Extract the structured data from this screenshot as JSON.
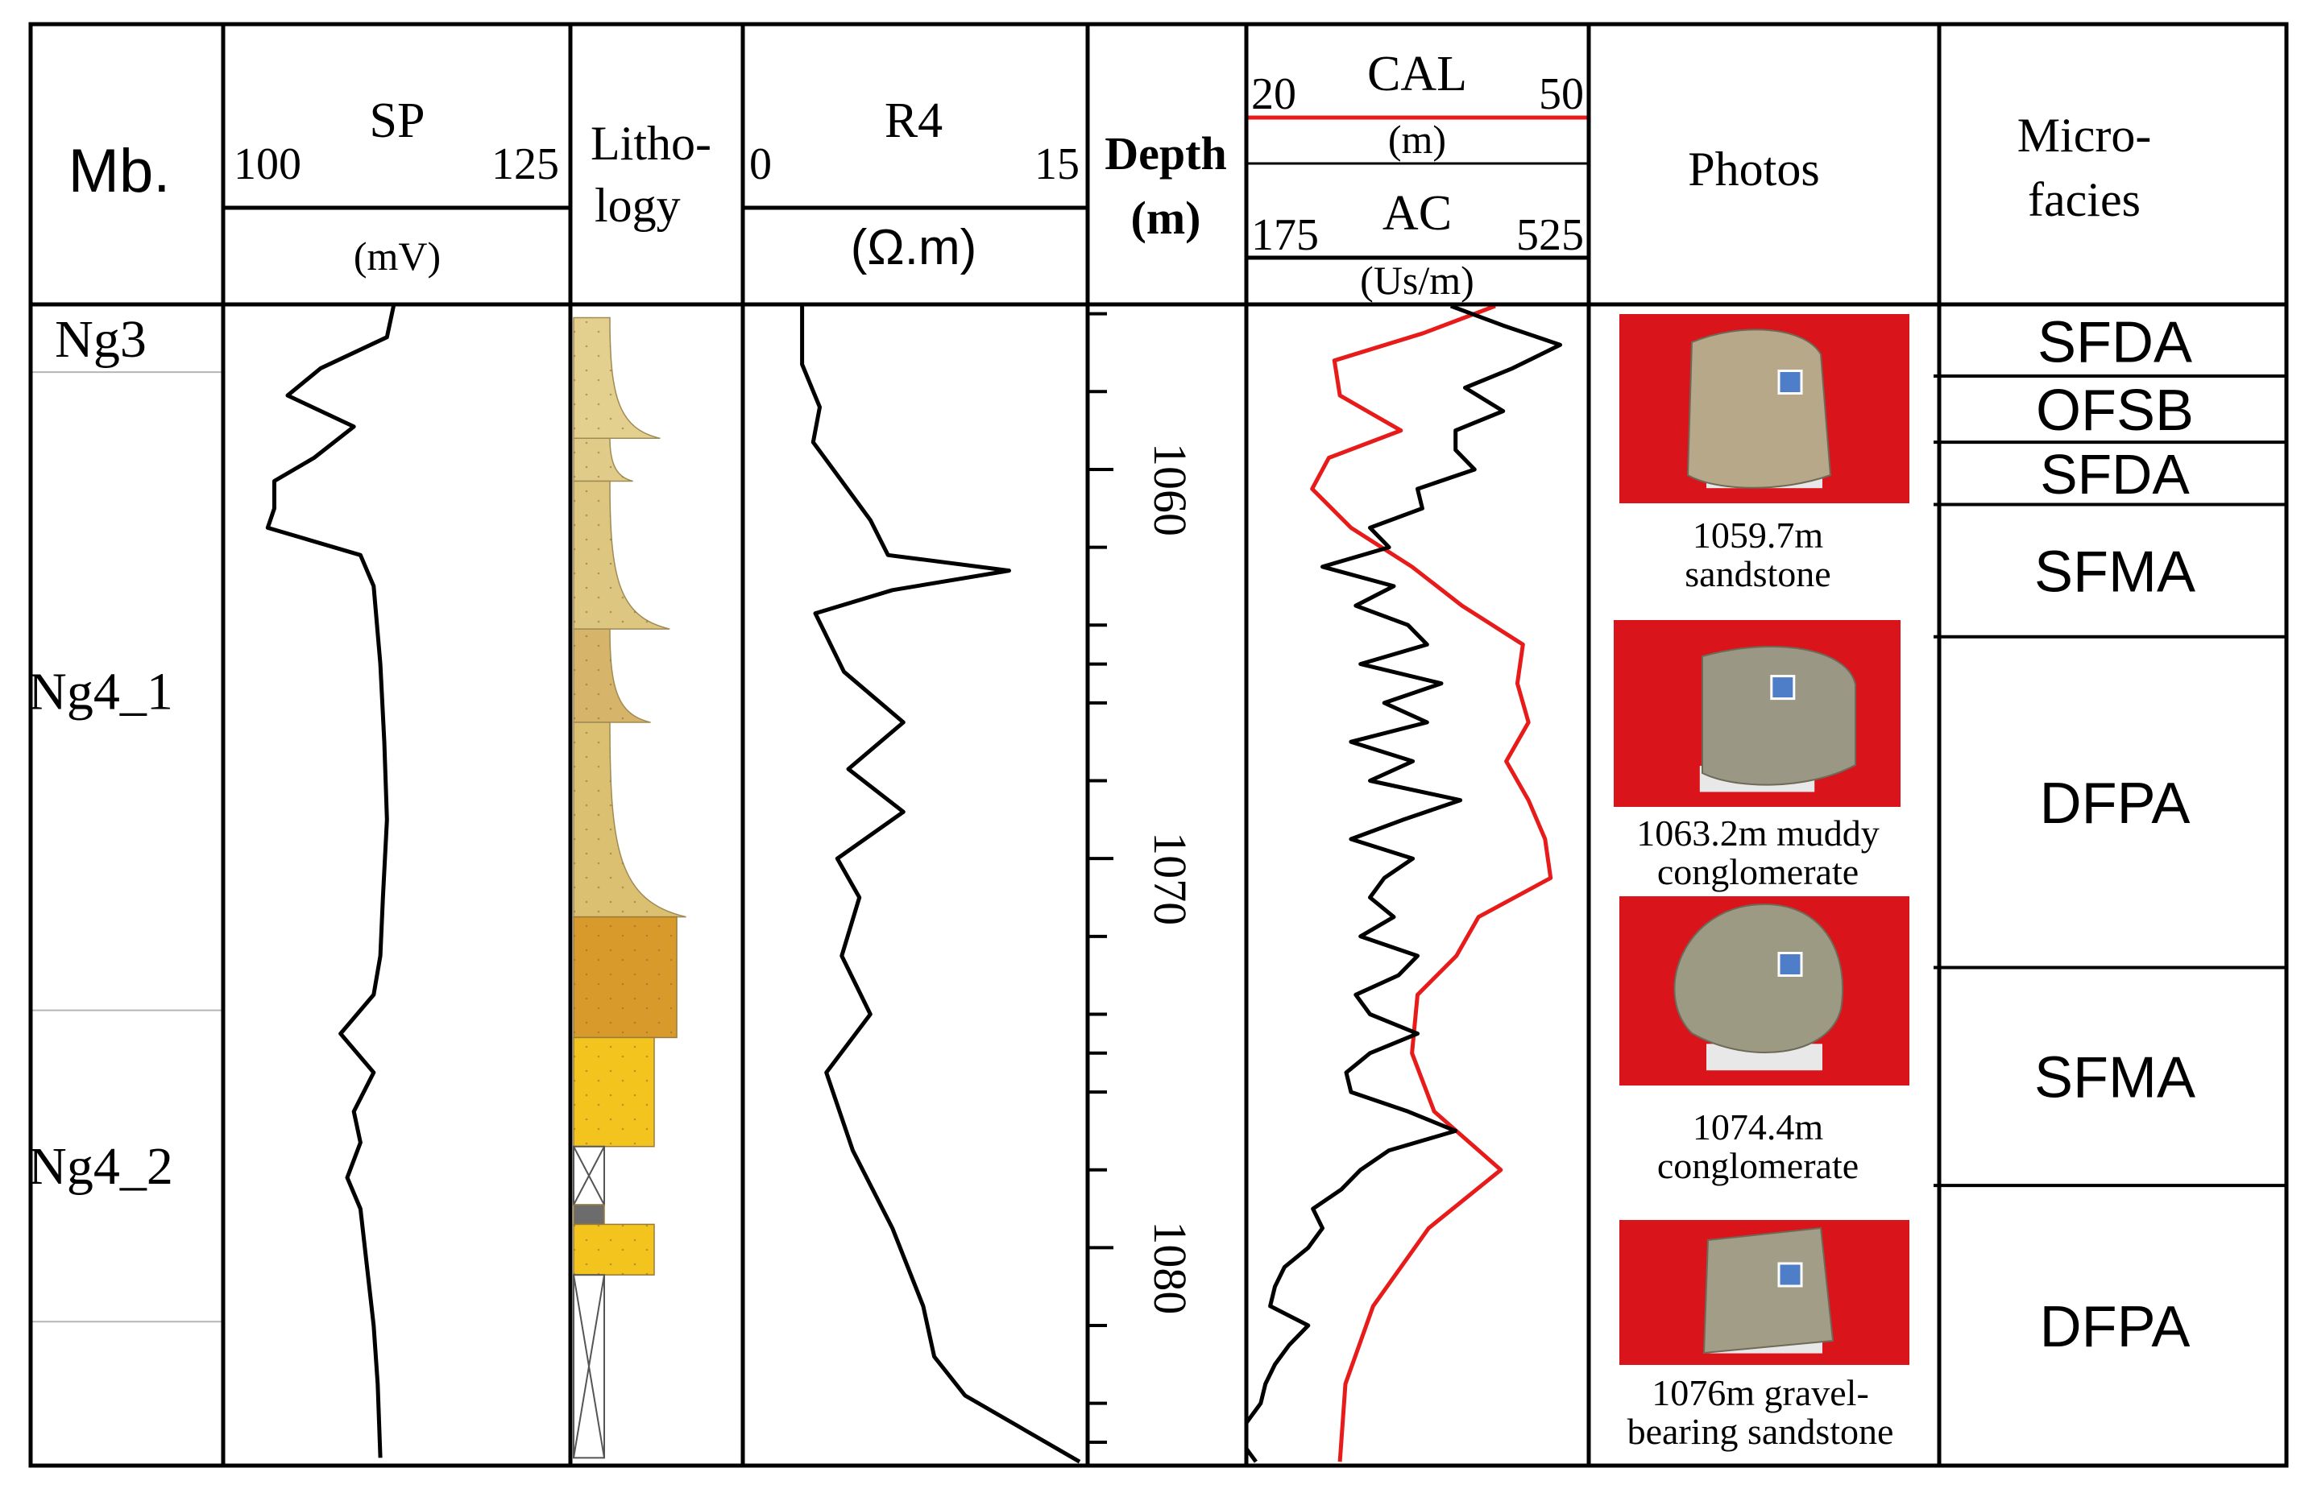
{
  "headers": {
    "member": "Mb.",
    "sp": {
      "name": "SP",
      "min": "100",
      "max": "125",
      "unit": "(mV)"
    },
    "lithology": {
      "line1": "Litho-",
      "line2": "logy"
    },
    "r4": {
      "name": "R4",
      "min": "0",
      "max": "15",
      "unit": "(Ω.m)"
    },
    "depth": {
      "line1": "Depth",
      "line2": "(m)"
    },
    "cal": {
      "name": "CAL",
      "min": "20",
      "max": "50",
      "unit": "(m)"
    },
    "ac": {
      "name": "AC",
      "min": "175",
      "max": "525",
      "unit": "(Us/m)"
    },
    "photos": "Photos",
    "microfacies": {
      "line1": "Micro-",
      "line2": "facies"
    }
  },
  "colors": {
    "cal_curve": "#e81b1b",
    "log_curves": "#000000",
    "photo_background": "#d9141b"
  },
  "depth_axis": {
    "top_depth": 1055.8,
    "bottom_depth": 1085.6,
    "labeled_ticks": [
      "1060",
      "1070",
      "1080"
    ]
  },
  "members": [
    {
      "label": "Ng3",
      "top": 1055.8,
      "bottom": 1057.5
    },
    {
      "label": "Ng4_1",
      "top": 1057.5,
      "bottom": 1073.9
    },
    {
      "label": "Ng4_2",
      "top": 1073.9,
      "bottom": 1081.9
    },
    {
      "label": "",
      "top": 1081.9,
      "bottom": 1085.6
    }
  ],
  "microfacies": [
    {
      "label": "SFDA",
      "top": 1055.8,
      "bottom": 1057.6
    },
    {
      "label": "OFSB",
      "top": 1057.6,
      "bottom": 1059.3
    },
    {
      "label": "SFDA",
      "top": 1059.3,
      "bottom": 1060.9
    },
    {
      "label": "SFMA",
      "top": 1060.9,
      "bottom": 1064.3
    },
    {
      "label": "DFPA",
      "top": 1064.3,
      "bottom": 1072.8
    },
    {
      "label": "SFMA",
      "top": 1072.8,
      "bottom": 1078.4
    },
    {
      "label": "DFPA",
      "top": 1078.4,
      "bottom": 1085.6
    }
  ],
  "photos": [
    {
      "caption1": "1059.7m",
      "caption2": "sandstone",
      "core": "sandstone"
    },
    {
      "caption1": "1063.2m muddy",
      "caption2": "conglomerate",
      "core": "muddy-conglomerate"
    },
    {
      "caption1": "1074.4m",
      "caption2": "conglomerate",
      "core": "conglomerate"
    },
    {
      "caption1": "1076m gravel-",
      "caption2": "bearing sandstone",
      "core": "gravel-bearing-sandstone"
    }
  ],
  "lithology_units": [
    {
      "top": 1056.1,
      "bottom": 1059.2,
      "shape": "fining-upward",
      "color": "#e4d08e"
    },
    {
      "top": 1059.2,
      "bottom": 1060.3,
      "shape": "fining-upward",
      "color": "#e0cc88"
    },
    {
      "top": 1060.3,
      "bottom": 1064.1,
      "shape": "fining-upward",
      "color": "#ddc680"
    },
    {
      "top": 1064.1,
      "bottom": 1066.5,
      "shape": "fining-upward",
      "color": "#d6b46a"
    },
    {
      "top": 1066.5,
      "bottom": 1071.5,
      "shape": "fining-upward",
      "color": "#dcc071"
    },
    {
      "top": 1071.5,
      "bottom": 1074.6,
      "shape": "block",
      "color": "#d99a2c"
    },
    {
      "top": 1074.6,
      "bottom": 1077.4,
      "shape": "block",
      "color": "#f3c41e"
    },
    {
      "top": 1077.4,
      "bottom": 1078.9,
      "shape": "crossed",
      "color": "#ffffff"
    },
    {
      "top": 1078.9,
      "bottom": 1079.4,
      "shape": "block",
      "color": "#6c6c6c"
    },
    {
      "top": 1079.4,
      "bottom": 1080.7,
      "shape": "block",
      "color": "#f3c41e"
    },
    {
      "top": 1080.7,
      "bottom": 1085.4,
      "shape": "crossed",
      "color": "#ffffff"
    }
  ],
  "curves": {
    "sp": {
      "name": "SP",
      "color": "#000000",
      "depth": [
        1055.8,
        1056.6,
        1057.4,
        1058.1,
        1058.9,
        1059.7,
        1060.3,
        1061.0,
        1061.5,
        1062.2,
        1063.0,
        1065.0,
        1067.0,
        1069.0,
        1071.0,
        1072.5,
        1073.5,
        1074.5,
        1075.5,
        1076.5,
        1077.3,
        1078.2,
        1079.0,
        1080.5,
        1082.0,
        1083.5,
        1085.4
      ],
      "value": [
        112.5,
        112.0,
        107.0,
        104.5,
        109.5,
        106.5,
        103.5,
        103.5,
        103.0,
        110.0,
        111.0,
        111.5,
        111.8,
        112.0,
        111.7,
        111.5,
        111.0,
        108.5,
        111.0,
        109.5,
        110.0,
        109.0,
        110.0,
        110.5,
        111.0,
        111.3,
        111.5
      ]
    },
    "r4": {
      "name": "R4",
      "color": "#000000",
      "depth": [
        1055.8,
        1057.3,
        1058.4,
        1059.3,
        1060.3,
        1061.3,
        1062.2,
        1062.6,
        1063.1,
        1063.7,
        1065.2,
        1066.5,
        1067.7,
        1068.8,
        1070.0,
        1071.0,
        1072.5,
        1074.0,
        1075.5,
        1077.5,
        1079.5,
        1081.5,
        1082.8,
        1083.8,
        1085.5
      ],
      "value": [
        2.4,
        2.4,
        3.2,
        2.9,
        4.2,
        5.5,
        6.3,
        11.8,
        6.5,
        3.0,
        4.3,
        7.0,
        4.5,
        7.0,
        4.0,
        5.0,
        4.2,
        5.5,
        3.5,
        4.7,
        6.5,
        7.9,
        8.4,
        9.8,
        15.0
      ]
    },
    "cal": {
      "name": "CAL",
      "color": "#e81b1b",
      "depth": [
        1055.8,
        1056.5,
        1057.2,
        1058.1,
        1059.0,
        1059.7,
        1060.5,
        1061.5,
        1062.5,
        1063.5,
        1064.5,
        1065.5,
        1066.5,
        1067.5,
        1068.5,
        1069.5,
        1070.5,
        1071.5,
        1072.5,
        1073.5,
        1075.0,
        1076.5,
        1078.0,
        1079.5,
        1081.5,
        1083.5,
        1085.5
      ],
      "value": [
        42.0,
        35.5,
        27.5,
        28.0,
        33.5,
        27.0,
        25.5,
        29.0,
        34.5,
        39.0,
        44.5,
        44.0,
        45.0,
        43.0,
        45.0,
        46.5,
        47.0,
        40.5,
        38.5,
        35.0,
        34.5,
        36.5,
        42.5,
        36.0,
        31.0,
        28.5,
        28.0
      ]
    },
    "ac": {
      "name": "AC",
      "color": "#000000",
      "depth": [
        1055.8,
        1056.3,
        1056.8,
        1057.4,
        1057.9,
        1058.5,
        1059.0,
        1059.5,
        1060.0,
        1060.5,
        1061.0,
        1061.5,
        1062.0,
        1062.5,
        1063.0,
        1063.5,
        1064.0,
        1064.5,
        1065.0,
        1065.5,
        1066.0,
        1066.5,
        1067.0,
        1067.5,
        1068.0,
        1068.5,
        1069.0,
        1069.5,
        1070.0,
        1070.5,
        1071.0,
        1071.5,
        1072.0,
        1072.5,
        1073.0,
        1073.5,
        1074.0,
        1074.5,
        1075.0,
        1075.5,
        1076.0,
        1076.5,
        1077.0,
        1077.5,
        1078.0,
        1078.5,
        1079.0,
        1079.5,
        1080.0,
        1080.5,
        1081.0,
        1081.5,
        1082.0,
        1082.5,
        1083.0,
        1083.5,
        1084.0,
        1084.5,
        1085.0,
        1085.5
      ],
      "value": [
        385,
        440,
        500,
        450,
        400,
        440,
        390,
        390,
        410,
        350,
        355,
        300,
        320,
        250,
        325,
        285,
        340,
        360,
        290,
        375,
        315,
        360,
        280,
        345,
        300,
        395,
        335,
        280,
        345,
        315,
        300,
        325,
        290,
        350,
        330,
        285,
        300,
        350,
        300,
        275,
        280,
        340,
        390,
        320,
        290,
        270,
        240,
        250,
        235,
        210,
        200,
        195,
        235,
        215,
        200,
        190,
        185,
        170,
        165,
        180
      ]
    }
  }
}
